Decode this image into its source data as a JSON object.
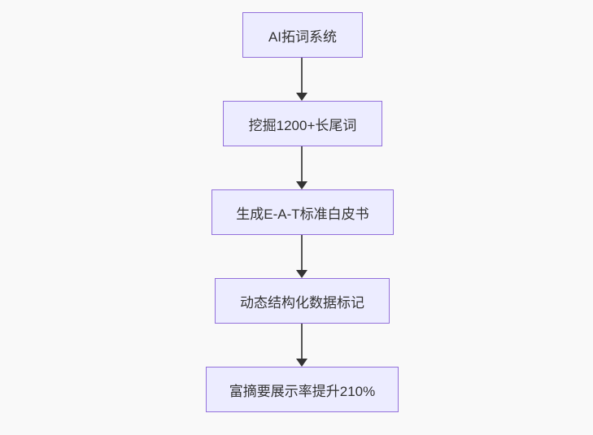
{
  "diagram": {
    "type": "flowchart",
    "direction": "top-down",
    "nodes": [
      {
        "label": "AI拓词系统"
      },
      {
        "label": "挖掘1200+长尾词"
      },
      {
        "label": "生成E-A-T标准白皮书"
      },
      {
        "label": "动态结构化数据标记"
      },
      {
        "label": "富摘要展示率提升210%"
      }
    ],
    "edges": [
      {
        "from": 0,
        "to": 1,
        "style": "arrow-down"
      },
      {
        "from": 1,
        "to": 2,
        "style": "arrow-down"
      },
      {
        "from": 2,
        "to": 3,
        "style": "arrow-down"
      },
      {
        "from": 3,
        "to": 4,
        "style": "arrow-down"
      }
    ],
    "colors": {
      "background": "#f9f9f9",
      "node_fill": "#ececff",
      "node_border": "#9370db",
      "node_text": "#333333",
      "arrow_line": "#555555",
      "arrow_head": "#333333"
    }
  }
}
